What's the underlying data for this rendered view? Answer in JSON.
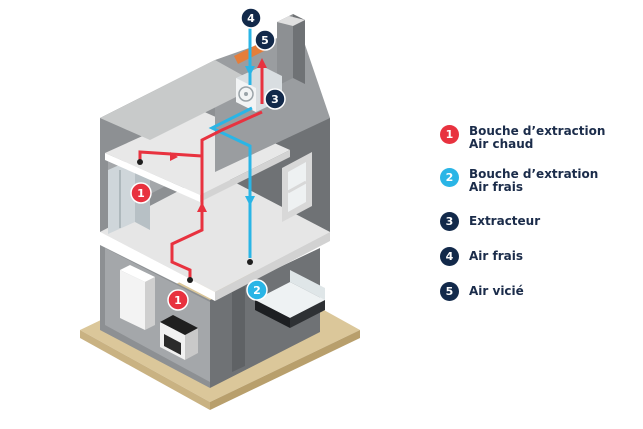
{
  "colors": {
    "hot_air": "#e8323f",
    "fresh_air": "#2ab5e6",
    "navy": "#12294a",
    "exhaust_duct": "#e57e3a",
    "wall_dark": "#6f7275",
    "wall_mid": "#8d9093",
    "floor_light": "#e6e6e6",
    "ground": "#dbc79a"
  },
  "legend": [
    {
      "num": "1",
      "color": "#e8323f",
      "lines": [
        "Bouche d’extraction",
        "Air chaud"
      ]
    },
    {
      "num": "2",
      "color": "#2ab5e6",
      "lines": [
        "Bouche d’extration",
        "Air frais"
      ]
    },
    {
      "num": "3",
      "color": "#12294a",
      "lines": [
        "Extracteur"
      ]
    },
    {
      "num": "4",
      "color": "#12294a",
      "lines": [
        "Air frais"
      ]
    },
    {
      "num": "5",
      "color": "#12294a",
      "lines": [
        "Air vicié"
      ]
    }
  ],
  "markers": [
    {
      "num": "4",
      "color": "#12294a"
    },
    {
      "num": "5",
      "color": "#12294a"
    },
    {
      "num": "3",
      "color": "#12294a"
    },
    {
      "num": "1",
      "color": "#e8323f"
    },
    {
      "num": "1",
      "color": "#e8323f"
    },
    {
      "num": "2",
      "color": "#2ab5e6"
    }
  ]
}
